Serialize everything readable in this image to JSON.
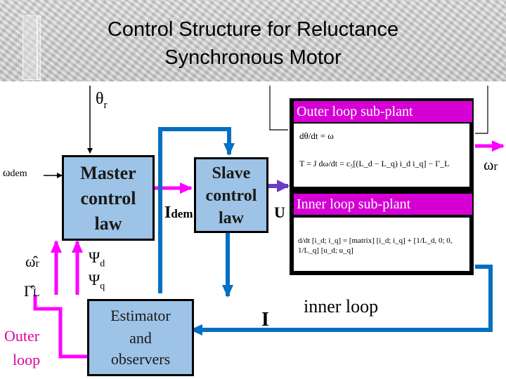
{
  "title": {
    "line1": "Control Structure for Reluctance",
    "line2": "Synchronous Motor"
  },
  "blocks": {
    "master": {
      "line1": "Master",
      "line2": "control",
      "line3": "law"
    },
    "slave": {
      "line1": "Slave",
      "line2": "control",
      "line3": "law"
    },
    "estimator": {
      "line1": "Estimator",
      "line2": "and",
      "line3": "observers"
    },
    "outer_plant": {
      "header": "Outer loop sub-plant"
    },
    "inner_plant": {
      "header": "Inner loop sub-plant"
    }
  },
  "equations": {
    "outer_eq1": "dθ/dt = ω",
    "outer_eq2": "T = J dω/dt = c₅[(L_d − L_q) i_d i_q] − Γ_L",
    "inner_eq": "d/dt [i_d; i_q] = [matrix] [i_d; i_q] + [1/L_d, 0; 0, 1/L_q] [u_d; u_q]"
  },
  "signals": {
    "theta_r": "θ",
    "theta_r_sub": "r",
    "omega_dem": "ω",
    "omega_dem_sub": "dem",
    "i_dem": "I",
    "i_dem_sub": "dem",
    "u": "U",
    "omega_r_out": "ω",
    "omega_r_out_sub": "r",
    "omega_hat": "ω̂",
    "omega_hat_sub": "r",
    "gamma_hat": "Γ̂",
    "gamma_hat_sub": "L",
    "psi_d": "Ψ",
    "psi_d_sub": "d",
    "psi_q": "Ψ",
    "psi_q_sub": "q",
    "i_feedback": "I",
    "inner_loop": "inner loop",
    "outer_loop_1": "Outer",
    "outer_loop_2": "loop"
  },
  "colors": {
    "block_fill": "#9dc3e6",
    "magenta": "#ff00ff",
    "blue": "#0070c0",
    "plant_header": "#d400d4"
  }
}
